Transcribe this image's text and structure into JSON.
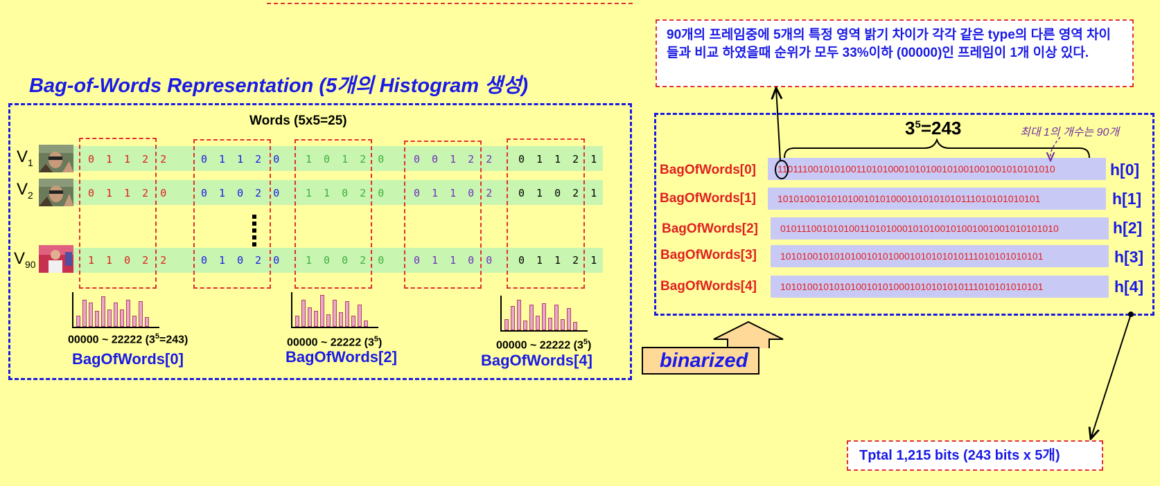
{
  "title": "Bag-of-Words Representation (5개의 Histogram 생성)",
  "words_label": "Words (5x5=25)",
  "videos": [
    {
      "label": "V",
      "sub": "1"
    },
    {
      "label": "V",
      "sub": "2"
    },
    {
      "label": "V",
      "sub": "90"
    }
  ],
  "columns": [
    {
      "color": "#e02020",
      "rows": [
        "0 1 1 2 2",
        "0 1 1 2 0",
        "1 1 0 2 2"
      ]
    },
    {
      "color": "#1a1ae6",
      "rows": [
        "0 1 1 2 0",
        "0 1 0 2 0",
        "0 1 0 2 0"
      ]
    },
    {
      "color": "#40b040",
      "rows": [
        "1 0 1 2 0",
        "1 1 0 2 0",
        "1 0 0 2 0"
      ]
    },
    {
      "color": "#7030c0",
      "rows": [
        "0 0 1 2 2",
        "0 1 1 0 2",
        "0 1 1 0 0"
      ]
    },
    {
      "color": "#000000",
      "rows": [
        "0 1 1 2 1",
        "0 1 0 2 1",
        "0 1 1 2 1"
      ]
    }
  ],
  "histograms": [
    {
      "range": "00000 ~ 22222 (3",
      "sup": "5",
      "suffix": "=243)",
      "name": "BagOfWords[0]",
      "bars": [
        0.35,
        0.85,
        0.75,
        0.5,
        0.95,
        0.55,
        0.75,
        0.55,
        0.85,
        0.35,
        0.8,
        0.3
      ]
    },
    {
      "range": "00000 ~ 22222 (3",
      "sup": "5",
      "suffix": ")",
      "name": "BagOfWords[2]",
      "bars": [
        0.35,
        0.85,
        0.6,
        0.5,
        1.0,
        0.4,
        0.85,
        0.45,
        0.8,
        0.35,
        0.7,
        0.2
      ]
    },
    {
      "range": "00000 ~ 22222 (3",
      "sup": "5",
      "suffix": ")",
      "name": "BagOfWords[4]",
      "bars": [
        0.35,
        0.75,
        0.95,
        0.3,
        0.8,
        0.45,
        0.85,
        0.4,
        0.8,
        0.35,
        0.7,
        0.25
      ]
    }
  ],
  "note": "90개의 프레임중에 5개의 특정 영역 밝기 차이가 각각 같은 type의 다른 영역 차이들과  비교 하였을때 순위가 모두 33%이하 (00000)인 프레임이 1개 이상 있다.",
  "formula": {
    "base": "3",
    "sup": "5",
    "rest": "=243"
  },
  "max_note": "최대 1의 개수는 90개",
  "bow_rows": [
    {
      "label": "BagOfWords[0]",
      "bits": "1101110010101001101010001010100101001001001010101010",
      "h": "h[0]"
    },
    {
      "label": "BagOfWords[1]",
      "bits": "1010100101010100101010001010101010111010101010101",
      "h": "h[1]"
    },
    {
      "label": "BagOfWords[2]",
      "bits": "0101110010101001101010001010100101001001001010101010",
      "h": "h[2]"
    },
    {
      "label": "BagOfWords[3]",
      "bits": "1010100101010100101010001010101010111010101010101",
      "h": "h[3]"
    },
    {
      "label": "BagOfWords[4]",
      "bits": "1010100101010100101010001010101010111010101010101",
      "h": "h[4]"
    }
  ],
  "binarized": "binarized",
  "total": "Tptal 1,215 bits (243 bits x 5개)"
}
